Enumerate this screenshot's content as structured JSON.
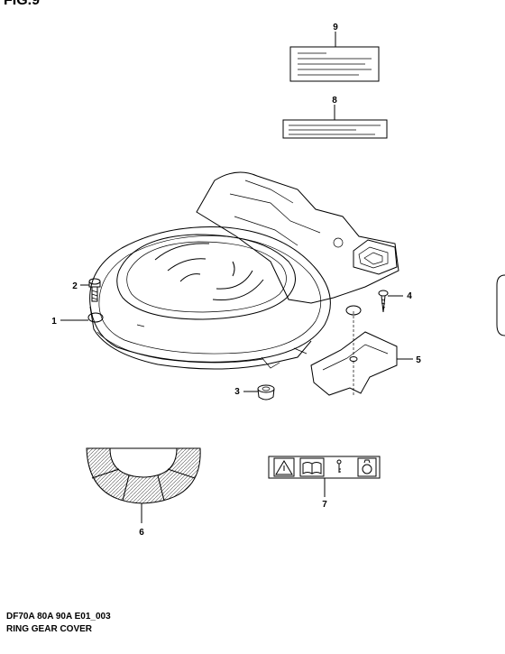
{
  "header": {
    "fig_label": "FIG.9"
  },
  "callouts": {
    "c1": "1",
    "c2": "2",
    "c3": "3",
    "c4": "4",
    "c5": "5",
    "c6": "6",
    "c7": "7",
    "c8": "8",
    "c9": "9"
  },
  "footer": {
    "code": "DF70A 80A 90A E01_003",
    "title": "RING GEAR COVER"
  },
  "icons": [
    "warning-triangle-icon",
    "manual-book-icon",
    "key-icon",
    "fuel-can-icon"
  ],
  "colors": {
    "ink": "#000000",
    "paper": "#ffffff",
    "hatch": "#555555"
  }
}
